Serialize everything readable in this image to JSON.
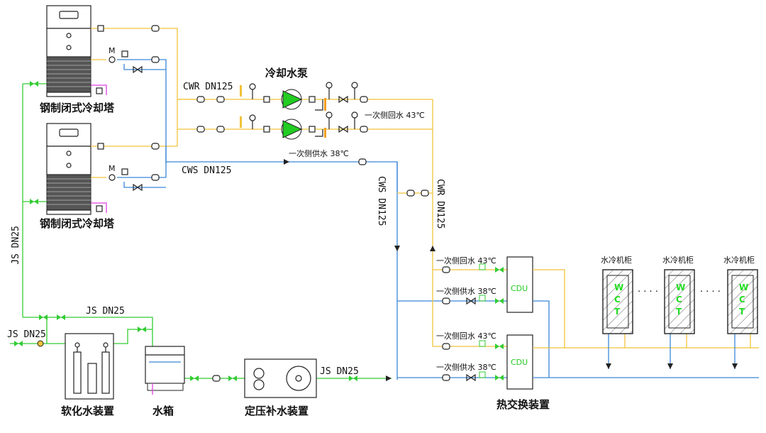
{
  "labels": {
    "tower_1": "钢制闭式冷却塔",
    "tower_2": "钢制闭式冷却塔",
    "pump": "冷却水泵",
    "cwr_top": "CWR DN125",
    "cws_top": "CWS DN125",
    "primary_return_top": "一次侧回水 43℃",
    "primary_supply_top": "一次侧供水 38℃",
    "cws_vertical": "CWS DN125",
    "cwr_vertical": "CWR DN125",
    "js_vertical": "JS DN25",
    "js_mid": "JS DN25",
    "js_left": "JS DN25",
    "js_right": "JS DN25",
    "softener": "软化水装置",
    "tank": "水箱",
    "pressurizer": "定压补水装置",
    "heat_exchanger": "热交换装置",
    "cdu_1": "CDU",
    "cdu_2": "CDU",
    "cdu1_return": "一次侧回水 43℃",
    "cdu1_supply": "一次侧供水 38℃",
    "cdu2_return": "一次侧回水 43℃",
    "cdu2_supply": "一次侧供水 38℃",
    "cabinet_1": "水冷机柜",
    "cabinet_2": "水冷机柜",
    "cabinet_3": "水冷机柜",
    "wct_w": "W",
    "wct_c": "C",
    "wct_t": "T",
    "ellipsis": "· · · ·",
    "motor_mark": "M"
  },
  "colors": {
    "return_pipe": "#f2c23a",
    "supply_pipe": "#3a86d9",
    "makeup_pipe": "#33cc33",
    "drain_pipe": "#e040e0",
    "pump_fill": "#22cc22"
  }
}
